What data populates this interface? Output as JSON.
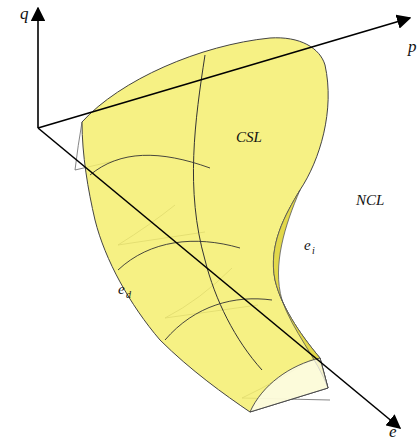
{
  "diagram": {
    "labels": [
      "q",
      "p",
      "e",
      "CSL",
      "NCL",
      "e",
      "i",
      "e",
      "d"
    ]
  }
}
